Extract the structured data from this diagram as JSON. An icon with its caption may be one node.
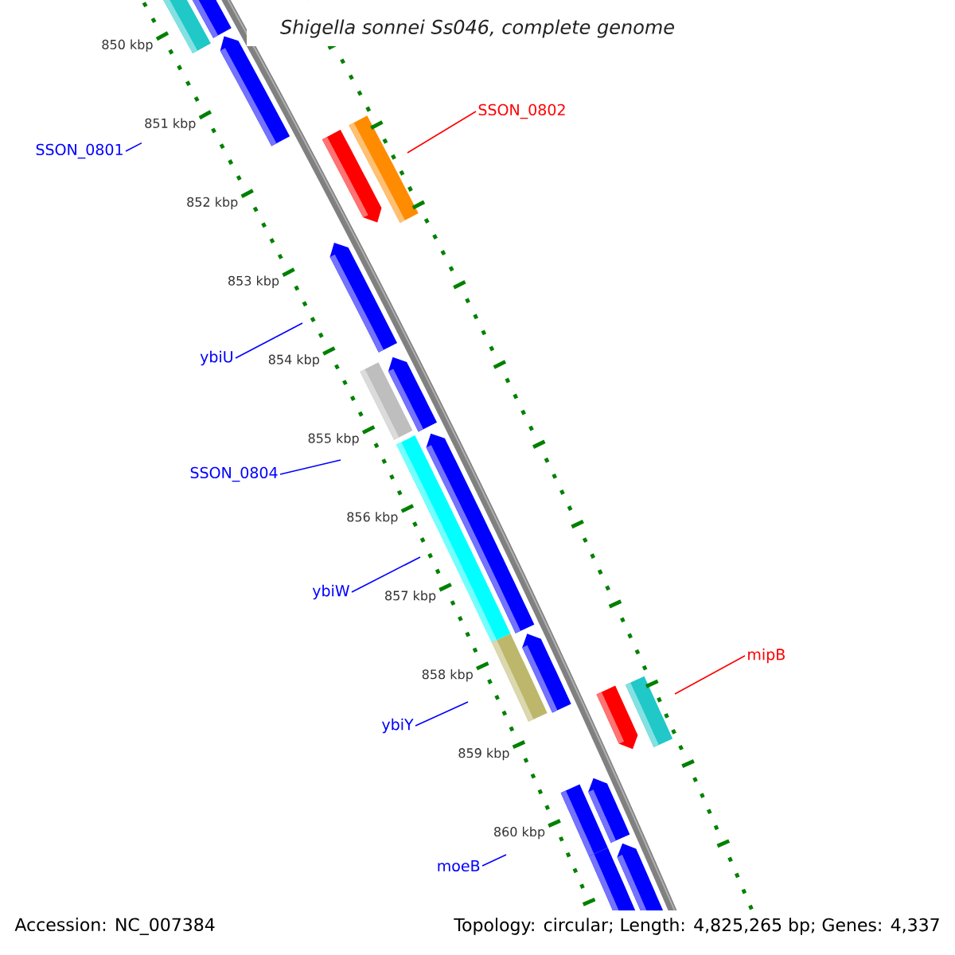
{
  "diagram": {
    "title": "Shigella sonnei Ss046, complete genome",
    "nodes": [
      {
        "text": [
          "SSON_0801"
        ]
      },
      {
        "text": [
          "SSON_0802"
        ]
      },
      {
        "text": [
          "ybiU"
        ]
      },
      {
        "text": [
          "SSON_0804"
        ]
      },
      {
        "text": [
          "ybiW"
        ]
      },
      {
        "text": [
          "ybiY"
        ]
      },
      {
        "text": [
          "mipB"
        ]
      },
      {
        "text": [
          "moeB"
        ]
      }
    ],
    "edges": [
      {
        "from": 0,
        "to": null,
        "arrow": "none"
      },
      {
        "from": 1,
        "to": null,
        "arrow": "none",
        "color": "#ff0000"
      },
      {
        "from": 2,
        "to": null,
        "arrow": "none"
      },
      {
        "from": 3,
        "to": null,
        "arrow": "none"
      },
      {
        "from": 4,
        "to": null,
        "arrow": "none"
      },
      {
        "from": 5,
        "to": null,
        "arrow": "none"
      },
      {
        "from": 6,
        "to": null,
        "arrow": "none",
        "color": "#ff0000"
      },
      {
        "from": 7,
        "to": null,
        "arrow": "none"
      }
    ],
    "labels": [
      "850 kbp",
      "851 kbp",
      "852 kbp",
      "853 kbp",
      "854 kbp",
      "855 kbp",
      "856 kbp",
      "857 kbp",
      "858 kbp",
      "859 kbp",
      "860 kbp",
      "Accession: NC_007384",
      "Topology: circular; Length: 4,825,265 bp; Genes: 4,337"
    ]
  }
}
